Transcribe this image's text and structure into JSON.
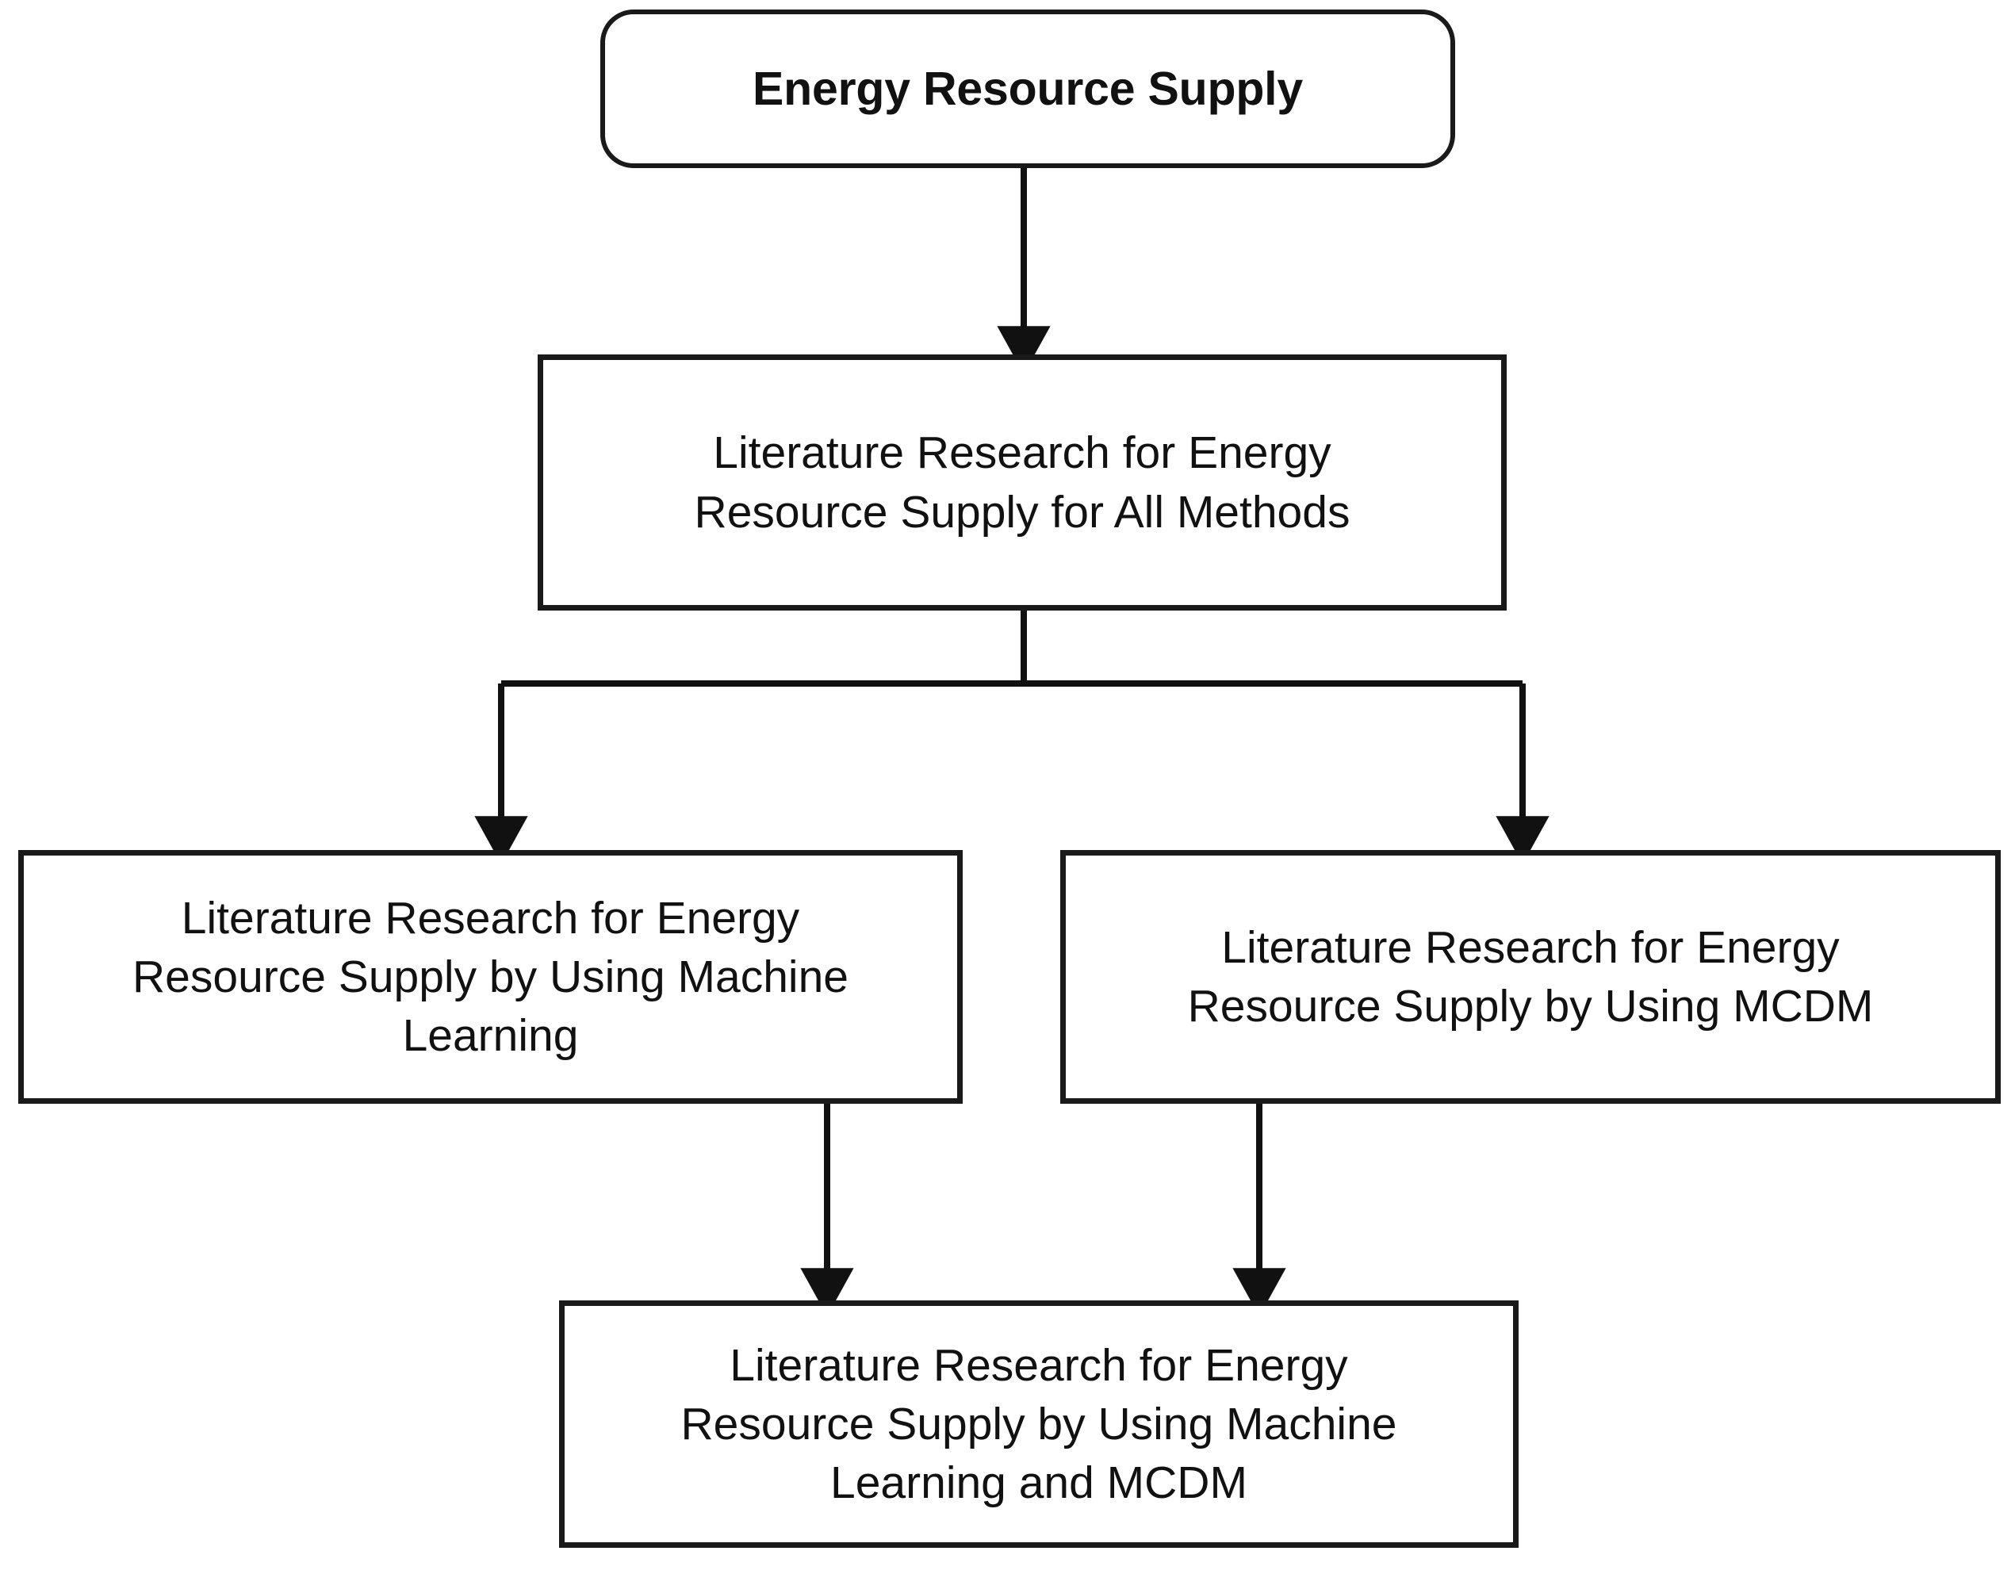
{
  "diagram": {
    "title": "Energy Resource Supply Literature Research Flowchart",
    "type": "flowchart",
    "background_color": "#ffffff",
    "line_color": "#1a1a1a",
    "text_color": "#111111",
    "nodes": [
      {
        "id": "root",
        "label": "Energy Resource Supply",
        "shape": "rounded-rectangle",
        "bold": true
      },
      {
        "id": "all-methods",
        "label": "Literature Research for Energy\nResource Supply for All Methods",
        "shape": "rectangle",
        "bold": false
      },
      {
        "id": "ml",
        "label": "Literature Research for Energy\nResource Supply by Using Machine\nLearning",
        "shape": "rectangle",
        "bold": false
      },
      {
        "id": "mcdm",
        "label": "Literature Research for Energy\nResource Supply by Using MCDM",
        "shape": "rectangle",
        "bold": false
      },
      {
        "id": "ml-mcdm",
        "label": "Literature Research for Energy\nResource Supply by Using Machine\nLearning and MCDM",
        "shape": "rectangle",
        "bold": false
      }
    ],
    "edges": [
      {
        "from": "root",
        "to": "all-methods",
        "style": "straight-arrow"
      },
      {
        "from": "all-methods",
        "to": "ml",
        "style": "elbow-arrow"
      },
      {
        "from": "all-methods",
        "to": "mcdm",
        "style": "elbow-arrow"
      },
      {
        "from": "ml",
        "to": "ml-mcdm",
        "style": "straight-arrow"
      },
      {
        "from": "mcdm",
        "to": "ml-mcdm",
        "style": "straight-arrow"
      }
    ]
  }
}
